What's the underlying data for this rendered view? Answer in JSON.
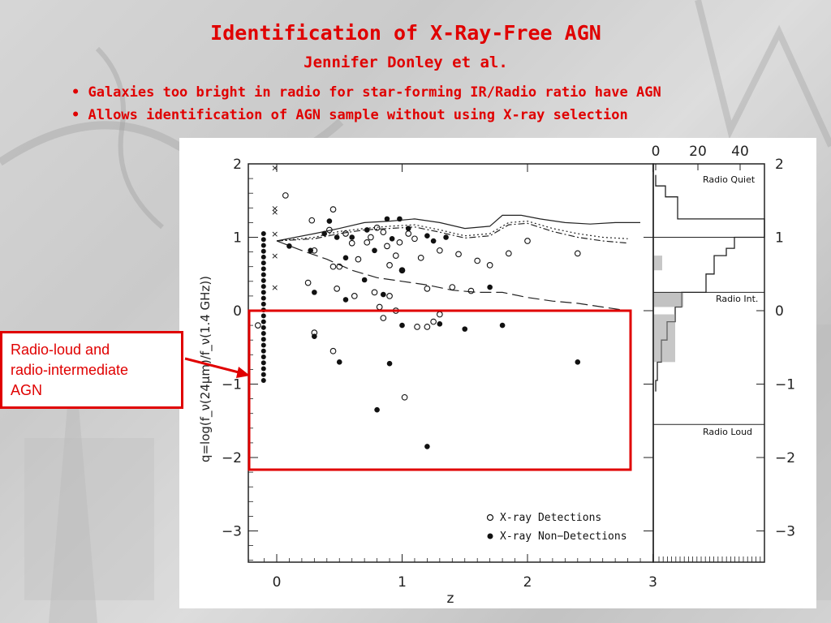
{
  "slide": {
    "title": "Identification of X-Ray-Free AGN",
    "subtitle": "Jennifer Donley et al.",
    "bullets": [
      "• Galaxies too bright in radio for star-forming IR/Radio ratio have AGN",
      "• Allows identification of AGN sample without using X-ray selection"
    ],
    "callout_lines": [
      "Radio-loud and",
      "radio-intermediate",
      "AGN"
    ],
    "colors": {
      "accent": "#e00000",
      "ink": "#111111"
    }
  },
  "chart_data": [
    {
      "type": "scatter",
      "title": "",
      "xlabel": "z",
      "ylabel": "q=log(f_ν(24μm)/f_ν(1.4 GHz))",
      "xlim": [
        -0.2,
        3
      ],
      "ylim": [
        -3.45,
        2.1
      ],
      "xticks": [
        "0",
        "1",
        "2",
        "3"
      ],
      "yticks": [
        "2",
        "1",
        "0",
        "−1",
        "−2",
        "−3"
      ],
      "legend": {
        "placement": "bottom-right",
        "entries": [
          "X-ray Detections",
          "X-ray Non−Detections"
        ]
      },
      "series": [
        {
          "name": "X-ray Detections",
          "marker": "open-circle",
          "points": [
            [
              0.07,
              1.57
            ],
            [
              0.28,
              1.23
            ],
            [
              0.42,
              1.1
            ],
            [
              0.45,
              1.38
            ],
            [
              0.55,
              1.05
            ],
            [
              0.6,
              0.92
            ],
            [
              0.72,
              0.93
            ],
            [
              0.75,
              1.0
            ],
            [
              0.8,
              1.13
            ],
            [
              0.85,
              1.07
            ],
            [
              0.88,
              0.88
            ],
            [
              0.95,
              0.75
            ],
            [
              0.98,
              0.93
            ],
            [
              1.05,
              1.05
            ],
            [
              1.1,
              0.98
            ],
            [
              1.15,
              0.72
            ],
            [
              1.3,
              0.82
            ],
            [
              1.45,
              0.77
            ],
            [
              1.6,
              0.68
            ],
            [
              1.7,
              0.62
            ],
            [
              1.85,
              0.78
            ],
            [
              2.0,
              0.95
            ],
            [
              2.4,
              0.78
            ],
            [
              1.0,
              0.55
            ],
            [
              0.9,
              0.62
            ],
            [
              0.5,
              0.6
            ],
            [
              0.45,
              0.6
            ],
            [
              0.65,
              0.7
            ],
            [
              0.3,
              0.82
            ],
            [
              0.25,
              0.38
            ],
            [
              0.48,
              0.3
            ],
            [
              0.62,
              0.2
            ],
            [
              0.78,
              0.25
            ],
            [
              0.9,
              0.2
            ],
            [
              1.2,
              0.3
            ],
            [
              1.4,
              0.32
            ],
            [
              1.55,
              0.27
            ],
            [
              0.82,
              0.05
            ],
            [
              0.95,
              0.0
            ],
            [
              1.25,
              -0.15
            ],
            [
              1.3,
              -0.05
            ],
            [
              0.3,
              -0.3
            ],
            [
              0.45,
              -0.55
            ],
            [
              0.85,
              -0.1
            ],
            [
              1.02,
              -1.18
            ],
            [
              1.12,
              -0.22
            ],
            [
              1.2,
              -0.22
            ],
            [
              -0.15,
              -0.2
            ]
          ]
        },
        {
          "name": "X-ray Non−Detections",
          "marker": "filled-circle",
          "points": [
            [
              0.1,
              0.88
            ],
            [
              0.27,
              0.82
            ],
            [
              0.38,
              1.05
            ],
            [
              0.42,
              1.22
            ],
            [
              0.48,
              1.0
            ],
            [
              0.55,
              0.72
            ],
            [
              0.6,
              1.0
            ],
            [
              0.72,
              1.1
            ],
            [
              0.78,
              0.82
            ],
            [
              0.88,
              1.25
            ],
            [
              0.92,
              0.98
            ],
            [
              0.98,
              1.25
            ],
            [
              1.05,
              1.12
            ],
            [
              1.2,
              1.02
            ],
            [
              1.25,
              0.95
            ],
            [
              1.35,
              1.0
            ],
            [
              1.0,
              0.55
            ],
            [
              0.7,
              0.42
            ],
            [
              0.3,
              0.25
            ],
            [
              0.55,
              0.15
            ],
            [
              1.5,
              -0.25
            ],
            [
              1.8,
              -0.2
            ],
            [
              2.4,
              -0.7
            ],
            [
              1.2,
              -1.85
            ],
            [
              0.8,
              -1.35
            ],
            [
              0.9,
              -0.72
            ],
            [
              1.0,
              -0.2
            ],
            [
              1.3,
              -0.18
            ],
            [
              0.5,
              -0.7
            ],
            [
              0.3,
              -0.35
            ],
            [
              1.7,
              0.32
            ],
            [
              0.85,
              0.22
            ]
          ]
        }
      ],
      "limits_at_z_negative": "upper-limit markers near z=-0.1",
      "curves": [
        "solid",
        "dotted",
        "dash-dot",
        "long-dash"
      ],
      "histogram_panel": {
        "top_axis_ticks": [
          "0",
          "20",
          "40"
        ],
        "labels": [
          "Radio Quiet",
          "Radio Int.",
          "Radio Loud"
        ],
        "right_axis_ticks": [
          "2",
          "1",
          "0",
          "−1",
          "−2",
          "−3"
        ]
      }
    }
  ]
}
